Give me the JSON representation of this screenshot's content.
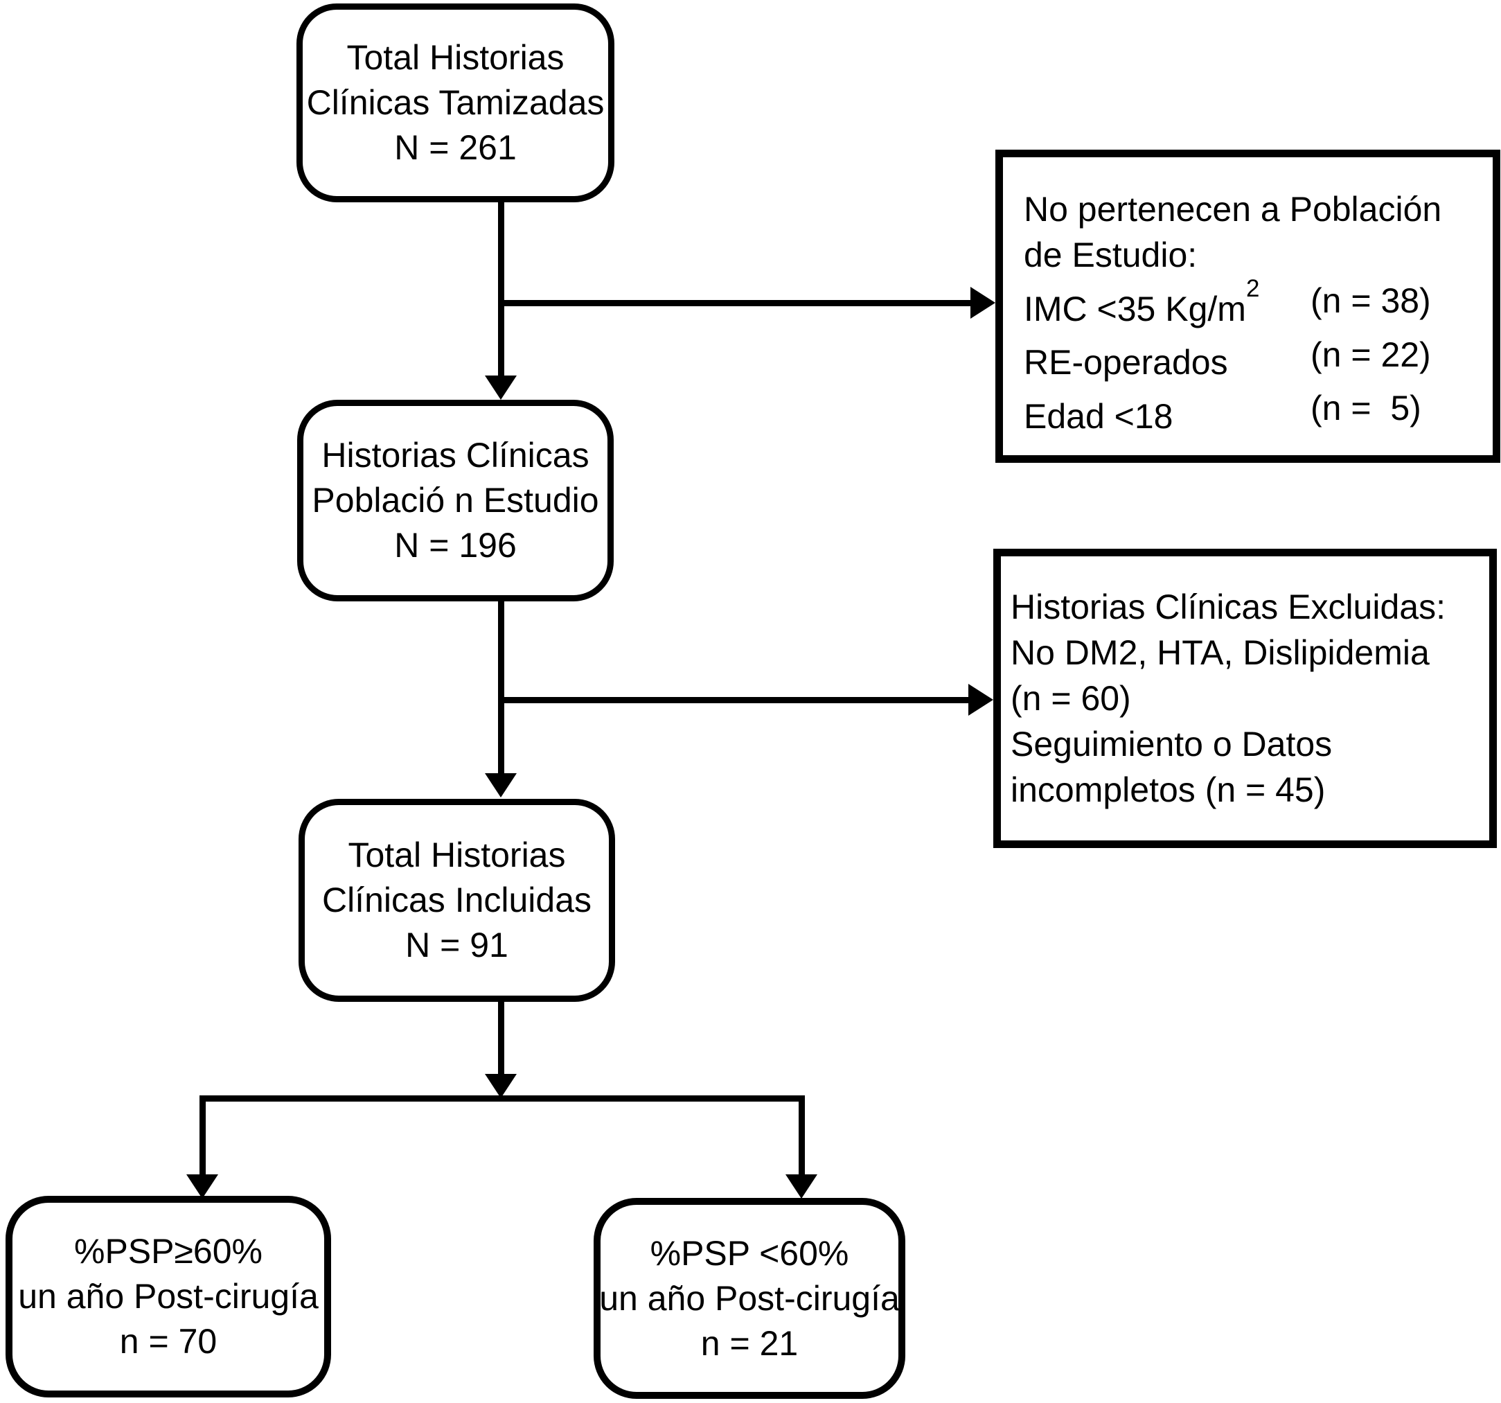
{
  "figure": {
    "background": "#ffffff",
    "ink": "#000000",
    "boxes": {
      "screened": {
        "lines": [
          "Total Historias",
          "Clínicas Tamizadas",
          "N = 261"
        ]
      },
      "population": {
        "lines": [
          "Historias Clínicas",
          "Població n Estudio",
          "N = 196"
        ]
      },
      "included": {
        "lines": [
          "Total Historias",
          "Clínicas Incluidas",
          "N = 91"
        ]
      },
      "psp_ge60": {
        "lines": [
          "%PSP≥60%",
          "un año Post-cirugía",
          "n = 70"
        ]
      },
      "psp_lt60": {
        "lines": [
          "%PSP <60%",
          "un año Post-cirugía",
          "n = 21"
        ]
      },
      "not_in_population": {
        "title_lines": [
          "No pertenecen a Población",
          "de Estudio:"
        ],
        "items": [
          {
            "label": "IMC <35 Kg/m",
            "sup": "2",
            "n": "(n = 38)"
          },
          {
            "label": "RE-operados",
            "sup": "",
            "n": "(n = 22)"
          },
          {
            "label": "Edad <18",
            "sup": "",
            "n": "(n =  5)"
          }
        ]
      },
      "excluded_records": {
        "lines": [
          "Historias Clínicas Excluidas:",
          "No DM2, HTA, Dislipidemia",
          "(n = 60)",
          "Seguimiento o Datos",
          "incompletos (n = 45)"
        ]
      }
    }
  }
}
